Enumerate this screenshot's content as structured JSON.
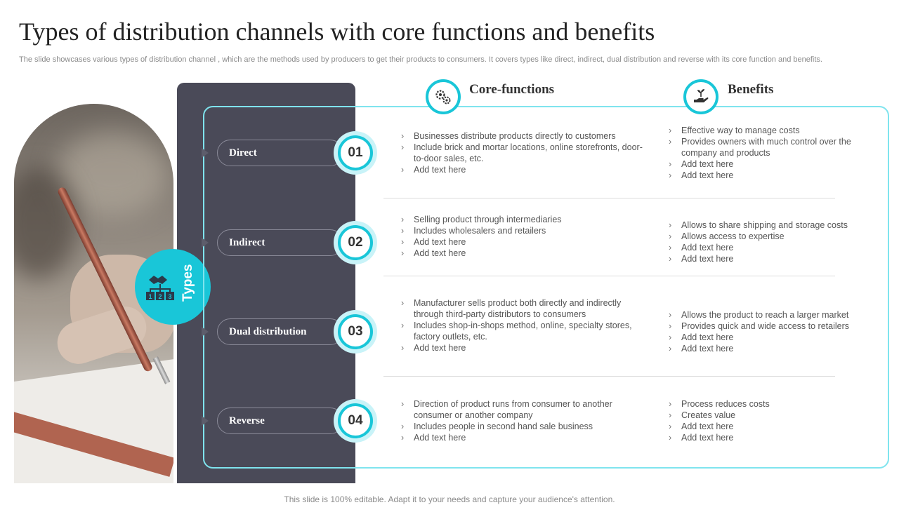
{
  "page": {
    "title": "Types of distribution channels with core functions and benefits",
    "subtitle": "The slide showcases various types of distribution channel , which are the methods used by producers to get their products to consumers. It covers  types like direct, indirect, dual distribution and reverse with its core function and benefits.",
    "footer": "This slide is 100% editable. Adapt it to your needs and capture your audience's attention."
  },
  "types_label": "Types",
  "headers": {
    "core": "Core-functions",
    "benefits": "Benefits"
  },
  "rows": [
    {
      "type": "Direct",
      "number": "01",
      "core": [
        "Businesses distribute products directly to customers",
        "Include brick and mortar locations, online storefronts, door-to-door  sales, etc.",
        "Add text here"
      ],
      "benefits": [
        "Effective way to manage costs",
        "Provides owners with much control over the company and products",
        "Add text here",
        "Add text here"
      ]
    },
    {
      "type": "Indirect",
      "number": "02",
      "core": [
        "Selling product through intermediaries",
        "Includes wholesalers and retailers",
        "Add text here",
        "Add text here"
      ],
      "benefits": [
        "Allows to share shipping and storage costs",
        "Allows access to expertise",
        "Add text here",
        "Add text here"
      ]
    },
    {
      "type": "Dual distribution",
      "number": "03",
      "core": [
        "Manufacturer  sells product both directly and indirectly through third-party distributors to consumers",
        "Includes shop-in-shops method, online, specialty stores, factory outlets, etc.",
        "Add text here"
      ],
      "benefits": [
        "Allows the product to reach a larger market",
        "Provides quick and wide access to retailers",
        "Add text here",
        "Add text here"
      ]
    },
    {
      "type": "Reverse",
      "number": "04",
      "core": [
        "Direction of product runs from consumer to another consumer or another company",
        "Includes people in second hand sale business",
        "Add text here"
      ],
      "benefits": [
        "Process reduces costs",
        "Creates value",
        "Add text here",
        "Add text here"
      ]
    }
  ],
  "colors": {
    "accent": "#19c6d8",
    "panel": "#4a4a58",
    "outline": "#7fe4ee"
  }
}
